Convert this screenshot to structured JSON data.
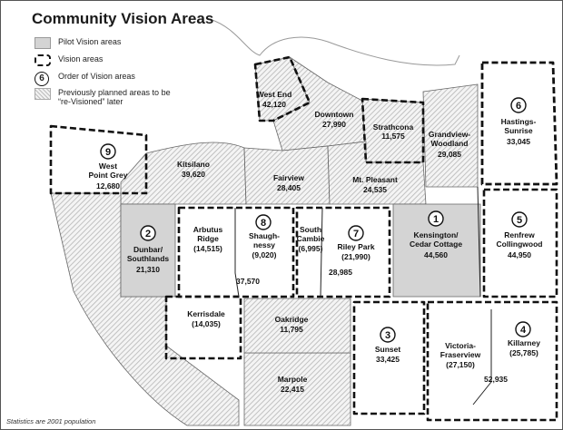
{
  "title": "Community Vision Areas",
  "legend": {
    "pilot": "Pilot Vision areas",
    "vision": "Vision areas",
    "order_symbol": "6",
    "order": "Order of Vision areas",
    "previous_line1": "Previously planned areas to be",
    "previous_line2": "“re-Visioned” later"
  },
  "footnote": "Statistics are 2001 population",
  "areas": {
    "west_end": {
      "name": "West End",
      "pop": "42,120"
    },
    "downtown": {
      "name": "Downtown",
      "pop": "27,990"
    },
    "strathcona": {
      "name": "Strathcona",
      "pop": "11,575"
    },
    "grandview": {
      "name1": "Grandview-",
      "name2": "Woodland",
      "pop": "29,085"
    },
    "hastings": {
      "order": "6",
      "name1": "Hastings-",
      "name2": "Sunrise",
      "pop": "33,045"
    },
    "west_point_grey": {
      "order": "9",
      "name1": "West",
      "name2": "Point Grey",
      "pop": "12,680"
    },
    "kitsilano": {
      "name": "Kitsilano",
      "pop": "39,620"
    },
    "fairview": {
      "name": "Fairview",
      "pop": "28,405"
    },
    "mt_pleasant": {
      "name": "Mt. Pleasant",
      "pop": "24,535"
    },
    "dunbar": {
      "order": "2",
      "name1": "Dunbar/",
      "name2": "Southlands",
      "pop": "21,310"
    },
    "arbutus": {
      "name1": "Arbutus",
      "name2": "Ridge",
      "pop": "(14,515)"
    },
    "shaughnessy": {
      "order": "8",
      "name1": "Shaugh-",
      "name2": "nessy",
      "pop": "(9,020)"
    },
    "arbutus_shaughnessy_total": "37,570",
    "south_cambie": {
      "name1": "South",
      "name2": "Cambie",
      "pop": "(6,995)"
    },
    "riley_park": {
      "order": "7",
      "name": "Riley Park",
      "pop": "(21,990)"
    },
    "riley_cambie_total": "28,985",
    "kensington": {
      "order": "1",
      "name1": "Kensington/",
      "name2": "Cedar Cottage",
      "pop": "44,560"
    },
    "renfrew": {
      "order": "5",
      "name1": "Renfrew",
      "name2": "Collingwood",
      "pop": "44,950"
    },
    "kerrisdale": {
      "name": "Kerrisdale",
      "pop": "(14,035)"
    },
    "oakridge": {
      "name": "Oakridge",
      "pop": "11,795"
    },
    "sunset": {
      "order": "3",
      "name": "Sunset",
      "pop": "33,425"
    },
    "victoria": {
      "name1": "Victoria-",
      "name2": "Fraserview",
      "pop": "(27,150)"
    },
    "killarney": {
      "order": "4",
      "name": "Killarney",
      "pop": "(25,785)"
    },
    "victoria_killarney_total": "52,935",
    "marpole": {
      "name": "Marpole",
      "pop": "22,415"
    }
  },
  "colors": {
    "pilot": "#d4d4d4",
    "hatch_line": "#bdbdbd",
    "boundary": "#111111"
  }
}
